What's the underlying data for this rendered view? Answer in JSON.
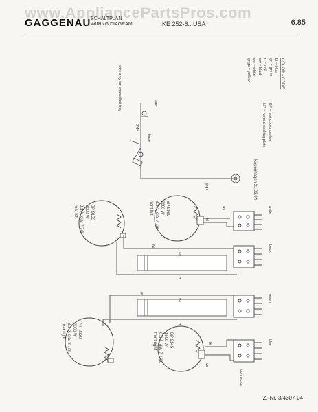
{
  "watermark": "www.AppliancePartsPros.com",
  "header": {
    "brand": "GAGGENAU",
    "title_line1": "SCHALTPLAN",
    "title_line2": "WIRING DIAGRAM",
    "model": "KE 252-6...USA",
    "page": "6.85"
  },
  "legend": {
    "title": "COLOR - CODE",
    "items": [
      "bl = blue",
      "gn = green",
      "rt = red",
      "sw = black",
      "ws = white",
      "gnge = yellow"
    ]
  },
  "notes": {
    "bp": "BP = fast cooking plate",
    "np": "NP = normal cooking plate",
    "location_date": "Kopenhagen 31.03.94"
  },
  "ground": {
    "note": "wire only for enamelled tray",
    "tray": "tray",
    "base": "base",
    "wire1": "gnge",
    "wire2": "gnge"
  },
  "burners": [
    {
      "code": "BP 9153",
      "power": "2000 W",
      "spec": "8.3 A, dia. 7 7/8",
      "position": "rear left"
    },
    {
      "code": "BP 9160",
      "power": "2000 W",
      "spec": "8.3 A, dia. 7 7/8",
      "position": "front left"
    },
    {
      "code": "NP 9230",
      "power": "2000 W",
      "spec": "8.3 A, dia. 8 7/8",
      "position": "rear right"
    },
    {
      "code": "BP 9145",
      "power": "1500 W",
      "spec": "6.3 A, dia. 7 1/16",
      "position": "front right"
    }
  ],
  "wires": {
    "ws": "ws",
    "bl": "bl",
    "sw": "sw",
    "rt": "rt",
    "gn": "gn"
  },
  "side_labels": {
    "white": "white",
    "black": "black",
    "green": "green",
    "blue": "blue",
    "connector": "connector"
  },
  "footer": {
    "reference": "Z.-Nr. 3/4307-04"
  }
}
